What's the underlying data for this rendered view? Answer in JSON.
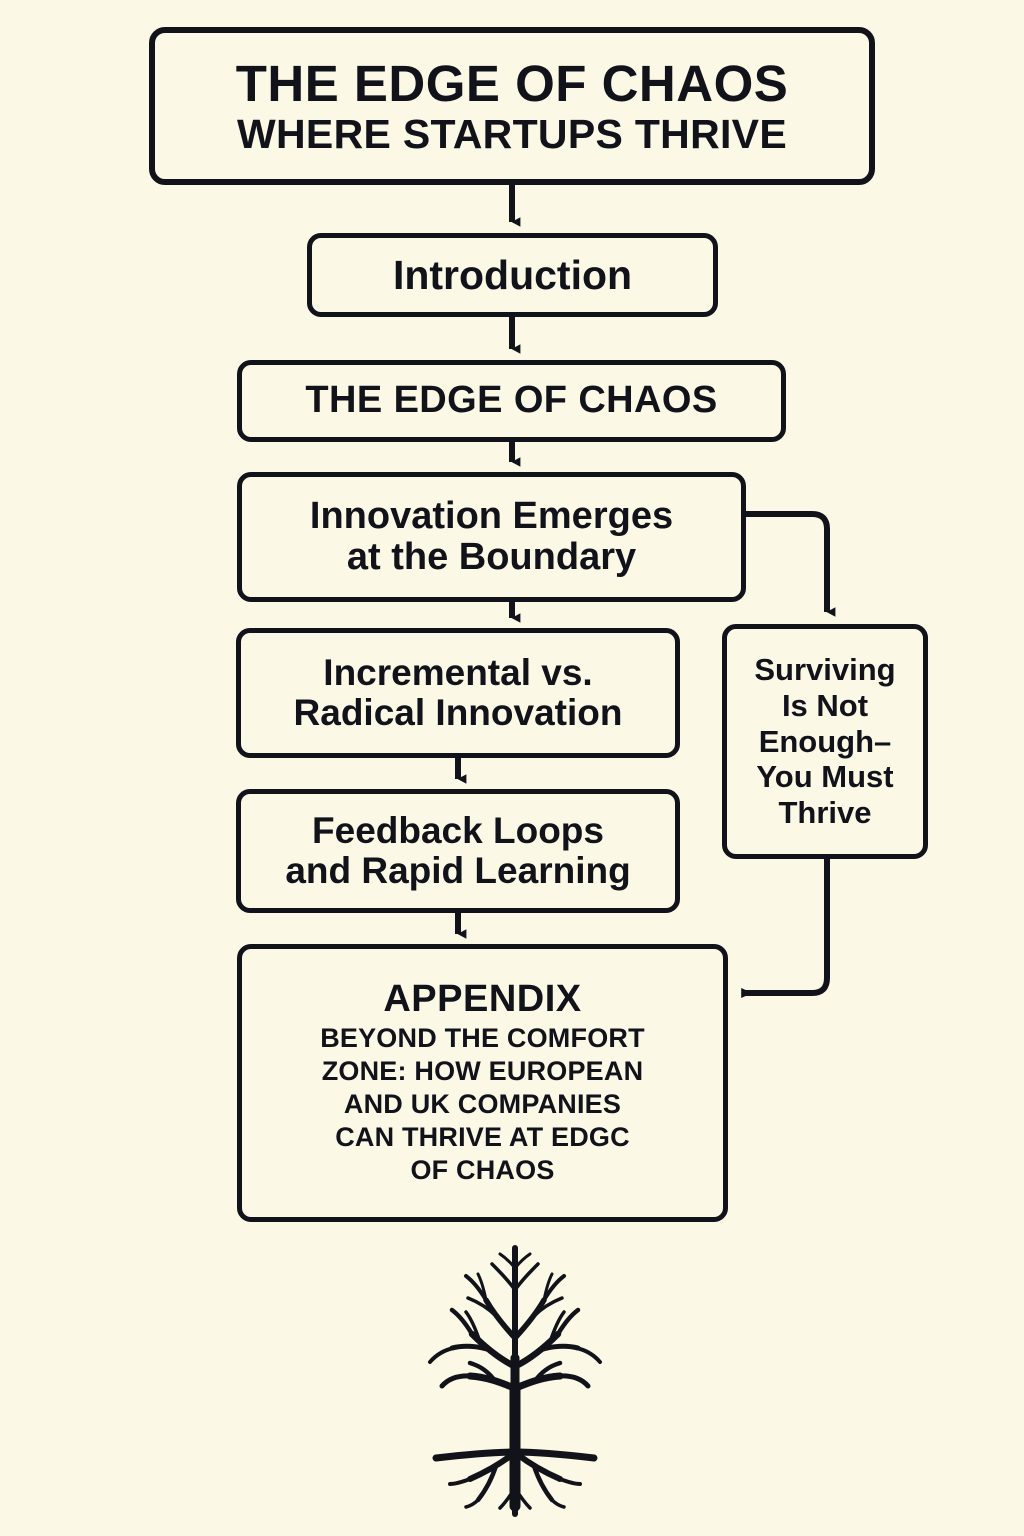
{
  "background_color": "#FBF8E6",
  "ink_color": "#12131A",
  "diagram": {
    "type": "flowchart",
    "title_node": {
      "name": "title-card",
      "line1": "THE EDGE OF CHAOS",
      "line2": "WHERE STARTUPS THRIVE"
    },
    "nodes": [
      {
        "id": "introduction",
        "label": "Introduction"
      },
      {
        "id": "the-edge-of-chaos",
        "label": "THE EDGE OF CHAOS"
      },
      {
        "id": "innovation-emerges",
        "line1": "Innovation Emerges",
        "line2": "at the Boundary"
      },
      {
        "id": "incremental-vs-radical",
        "line1": "Incremental vs.",
        "line2": "Radical Innovation"
      },
      {
        "id": "feedback-loops",
        "line1": "Feedback Loops",
        "line2": "and Rapid Learning"
      },
      {
        "id": "surviving-is-not-enough",
        "line1": "Surviving",
        "line2": "Is Not",
        "line3": "Enough–",
        "line4": "You Must",
        "line5": "Thrive"
      },
      {
        "id": "appendix",
        "heading": "APPENDIX",
        "sub1": "BEYOND THE COMFORT",
        "sub2": "ZONE: HOW EUROPEAN",
        "sub3": "AND UK COMPANIES",
        "sub4": "CAN THRIVE AT EDGC",
        "sub5": "OF CHAOS"
      }
    ],
    "edges": [
      {
        "from": "title-card",
        "to": "introduction",
        "style": "arrow-down"
      },
      {
        "from": "introduction",
        "to": "the-edge-of-chaos",
        "style": "arrow-down"
      },
      {
        "from": "the-edge-of-chaos",
        "to": "innovation-emerges",
        "style": "arrow-down"
      },
      {
        "from": "innovation-emerges",
        "to": "incremental-vs-radical",
        "style": "arrow-down"
      },
      {
        "from": "innovation-emerges",
        "to": "surviving-is-not-enough",
        "style": "elbow-right-down"
      },
      {
        "from": "incremental-vs-radical",
        "to": "feedback-loops",
        "style": "arrow-down"
      },
      {
        "from": "feedback-loops",
        "to": "appendix",
        "style": "arrow-down"
      },
      {
        "from": "surviving-is-not-enough",
        "to": "appendix",
        "style": "elbow-down-left"
      }
    ],
    "illustration": {
      "id": "tree-silhouette",
      "label": "bare tree with roots"
    }
  }
}
